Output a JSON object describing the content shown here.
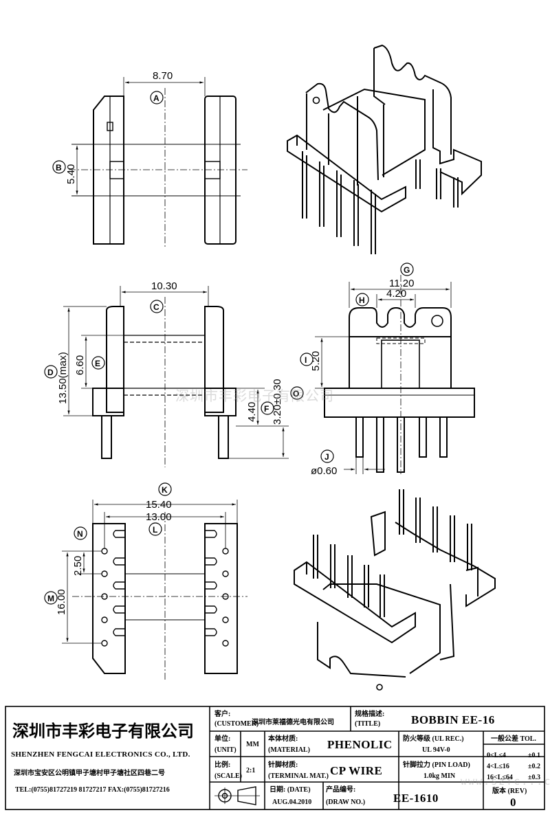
{
  "dimensions": {
    "A": {
      "label": "A",
      "value": "8.70"
    },
    "B": {
      "label": "B",
      "value": "5.40"
    },
    "C": {
      "label": "C",
      "value": "10.30"
    },
    "D": {
      "label": "D",
      "value": "13.50(max)"
    },
    "E": {
      "label": "E",
      "value": "6.60"
    },
    "F": {
      "label": "F",
      "value": "4.40"
    },
    "G": {
      "label": "G",
      "value": "11.20"
    },
    "H": {
      "label": "H",
      "value": "4.20"
    },
    "I": {
      "label": "I",
      "value": "5.20"
    },
    "J": {
      "label": "J",
      "value": "ø0.60"
    },
    "K": {
      "label": "K",
      "value": "15.40"
    },
    "L": {
      "label": "L",
      "value": "13.00"
    },
    "M": {
      "label": "M",
      "value": "16.00"
    },
    "N": {
      "label": "N",
      "value": "2.50"
    },
    "O": {
      "label": "O",
      "value": "3.20±0.30"
    }
  },
  "watermark": "深圳市丰彩电子有限公司",
  "watermark_url": "www.szfc...com",
  "title_block": {
    "company_cn": "深圳市丰彩电子有限公司",
    "company_en": "SHENZHEN FENGCAI ELECTRONICS CO., LTD.",
    "address": "深圳市宝安区公明镇甲子塘村甲子塘社区四巷二号",
    "tel_fax": "TEL:(0755)81727219  81727217   FAX:(0755)81727216",
    "customer_key": "客户:",
    "customer_key_en": "(CUSTOMER)",
    "customer_value": "深圳市莱福德光电有限公司",
    "title_key": "规格描述:",
    "title_key_en": "(TITLE)",
    "title_value": "BOBBIN EE-16",
    "unit_key": "单位:",
    "unit_key_en": "(UNIT)",
    "unit_value": "MM",
    "material_key": "本体材质:",
    "material_key_en": "(MATERIAL)",
    "material_value": "PHENOLIC",
    "flame_key": "防火等级 (UL REC.)",
    "flame_value": "UL 94V-0",
    "tol_title": "一般公差 TOL.",
    "tol_rows": [
      {
        "range": "0<L≤4",
        "tol": "±0.1"
      },
      {
        "range": "4<L≤16",
        "tol": "±0.2"
      },
      {
        "range": "16<L≤64",
        "tol": "±0.3"
      }
    ],
    "scale_key": "比例:",
    "scale_key_en": "(SCALE)",
    "scale_value": "2:1",
    "terminal_key": "针脚材质:",
    "terminal_key_en": "(TERMINAL MAT.)",
    "terminal_value": "CP WIRE",
    "pinload_key": "针脚拉力 (PIN LOAD)",
    "pinload_value": "1.0kg MIN",
    "date_key": "日期: (DATE)",
    "date_value": "AUG.04.2010",
    "drawno_key": "产品编号:",
    "drawno_key_en": "(DRAW NO.)",
    "drawno_value": "EE-1610",
    "rev_key": "版本 (REV)",
    "rev_value": "0"
  }
}
